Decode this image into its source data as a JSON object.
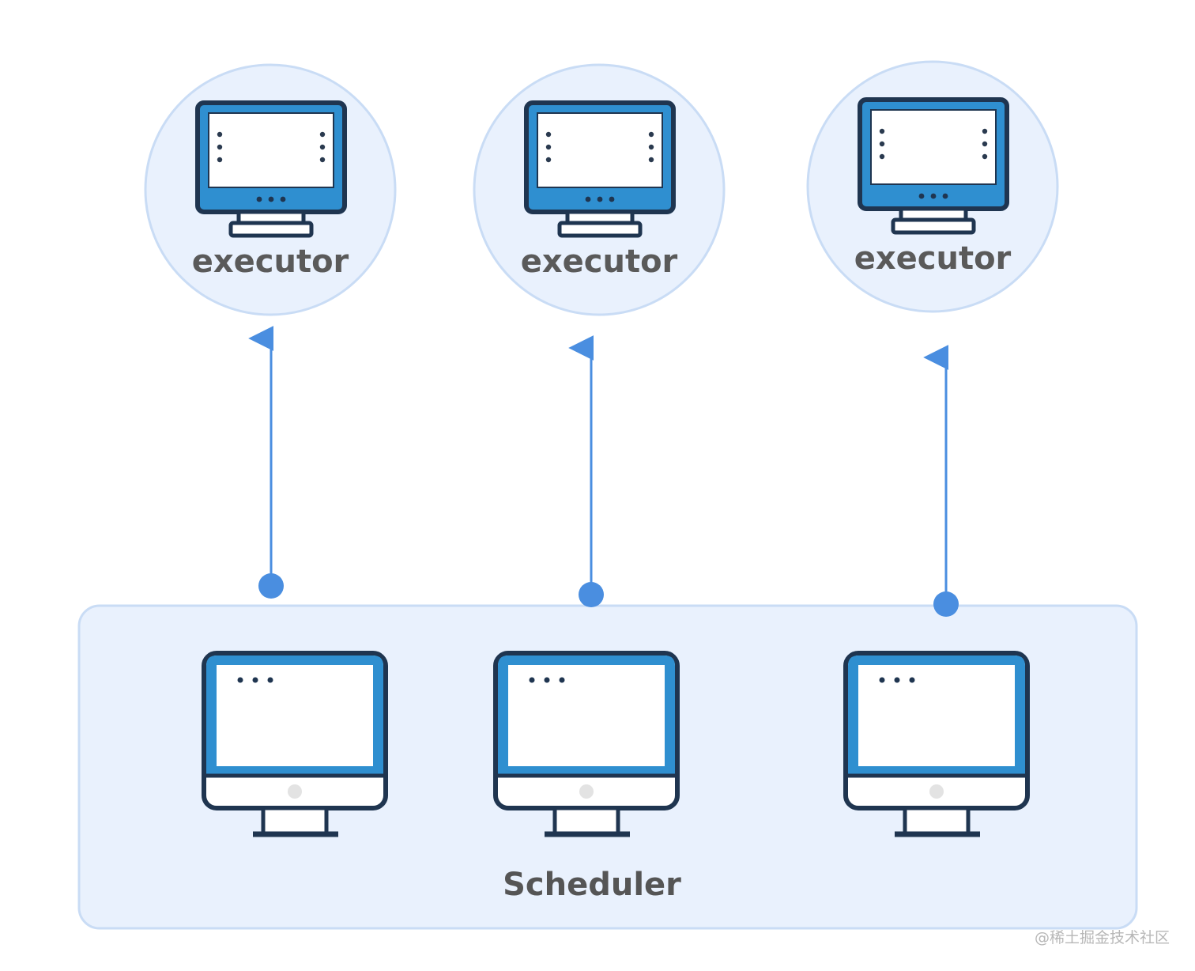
{
  "diagram": {
    "executors": [
      {
        "label": "executor"
      },
      {
        "label": "executor"
      },
      {
        "label": "executor"
      }
    ],
    "scheduler": {
      "label": "Scheduler",
      "machine_count": 3
    },
    "connection": "Scheduler → executor"
  },
  "colors": {
    "node_fill": "#e9f1fd",
    "node_stroke": "#c9dcf5",
    "arrow": "#4a8ee0",
    "monitor_blue": "#2f8fd0",
    "monitor_outline": "#1f3550"
  },
  "watermark": "@稀土掘金技术社区"
}
